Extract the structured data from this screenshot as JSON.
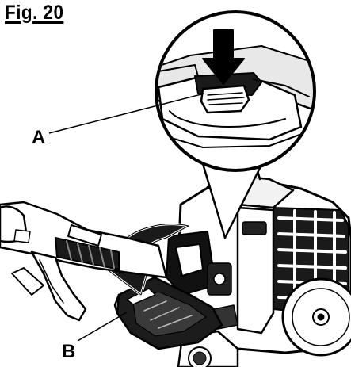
{
  "figure": {
    "title": "Fig. 20",
    "callouts": {
      "a": "A",
      "b": "B"
    }
  }
}
